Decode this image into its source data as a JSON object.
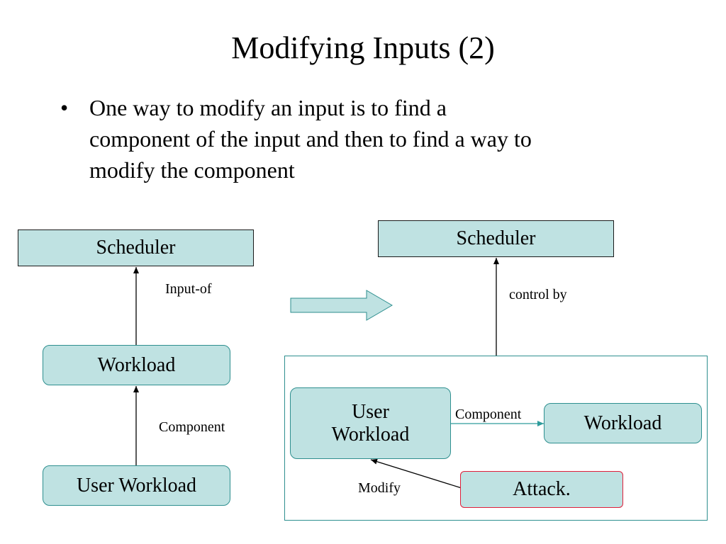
{
  "slide": {
    "title": "Modifying Inputs (2)",
    "bullet_marker": "•",
    "bullet_lines": [
      "One way to modify an input is to find a",
      "component of the input and then to find a way to",
      "modify the component"
    ]
  },
  "left_diagram": {
    "scheduler": "Scheduler",
    "workload": "Workload",
    "user_workload": "User Workload",
    "input_of_label": "Input-of",
    "component_label": "Component"
  },
  "right_diagram": {
    "scheduler": "Scheduler",
    "control_label": "control by",
    "user_workload_line1": "User",
    "user_workload_line2": "Workload",
    "workload": "Workload",
    "attack": "Attack.",
    "component_label": "Component",
    "modify_label": "Modify"
  },
  "colors": {
    "box_fill": "#bfe2e2",
    "box_border": "#2e8f8f",
    "attack_border": "#e01f3a",
    "arrow_teal": "#2e9c9c"
  }
}
